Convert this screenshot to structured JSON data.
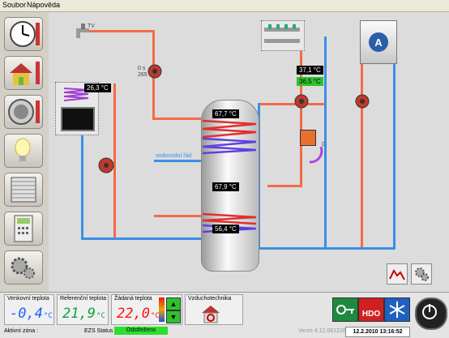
{
  "menu": {
    "items": [
      "Soubor",
      "Nápověda"
    ]
  },
  "sidebar": {
    "buttons": [
      {
        "name": "clock-button",
        "icon": "clock-icon"
      },
      {
        "name": "house-button",
        "icon": "house-icon"
      },
      {
        "name": "thermostat-button",
        "icon": "thermostat-icon"
      },
      {
        "name": "light-button",
        "icon": "light-bulb-icon"
      },
      {
        "name": "blinds-button",
        "icon": "blinds-icon"
      },
      {
        "name": "control-unit-button",
        "icon": "control-unit-icon"
      },
      {
        "name": "settings-button",
        "icon": "gears-icon"
      }
    ]
  },
  "diagram": {
    "solar_temp": "26,3 °C",
    "tank_top_temp": "67,7 °C",
    "tank_mid_temp": "67,9 °C",
    "tank_bottom_temp": "56,4 °C",
    "heating_temp": "37,1 °C",
    "heating_setpoint": "36,5 °C",
    "water_supply_label": "vodovodní řád",
    "tap_label": "TV",
    "pump_label_1": "0 s",
    "pump_label_2": "265 s",
    "mixing_valve_label": "0"
  },
  "bottom": {
    "outdoor_title": "Venkovní teplota",
    "outdoor_value": "-0,4",
    "reference_title": "Referenční teplota",
    "reference_value": "21,9",
    "setpoint_title": "Žádaná teplota",
    "setpoint_value": "22,0",
    "unit": "°C",
    "ventilation_title": "Vzduchotechnika",
    "hdo_label": "HDO",
    "active_zone_label": "Aktivní zóna :",
    "ezs_label": "EZS Status :",
    "ezs_value": "Odstřeženo",
    "version": "Verze 4.12.081228.0",
    "datetime": "12.2.2010 13:16:52"
  },
  "colors": {
    "hot": "#f46b45",
    "cold": "#3a8fe6",
    "outdoor": "#2060ff",
    "reference": "#10a040",
    "setpoint": "#ff1010"
  }
}
